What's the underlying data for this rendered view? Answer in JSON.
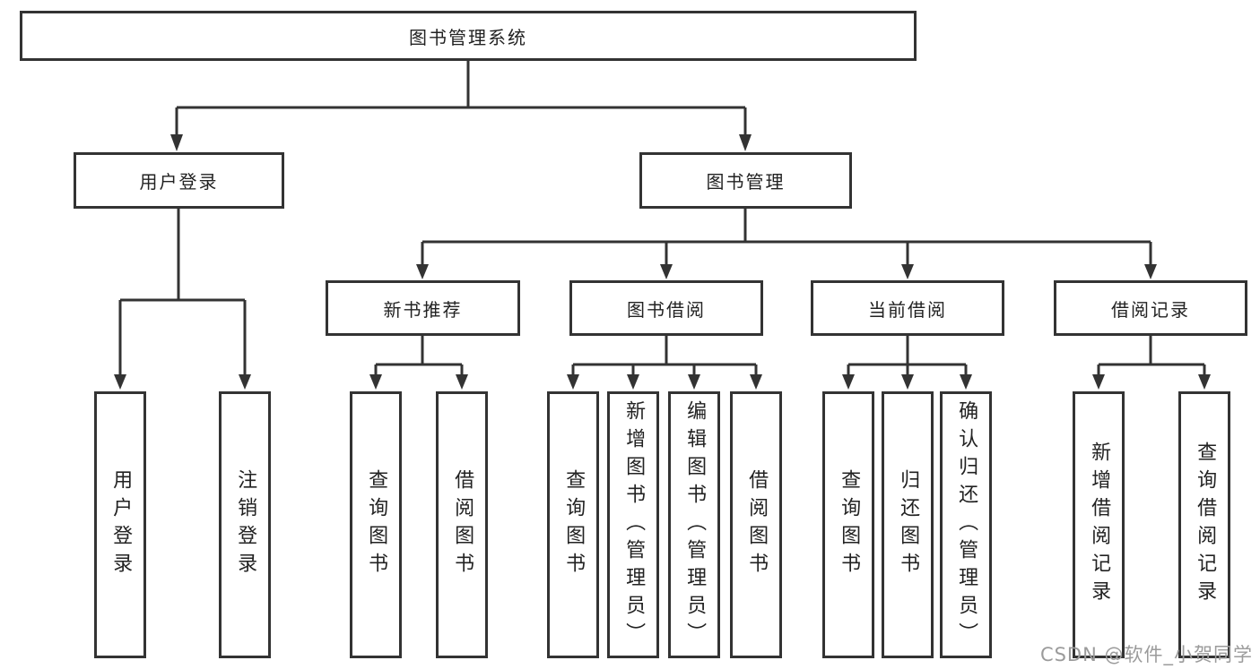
{
  "diagram": {
    "type": "tree",
    "root": {
      "label": "图书管理系统"
    },
    "branches": [
      {
        "label": "用户登录",
        "leaves": [
          "用户登录",
          "注销登录"
        ]
      },
      {
        "label": "图书管理",
        "sections": [
          {
            "label": "新书推荐",
            "leaves": [
              "查询图书",
              "借阅图书"
            ]
          },
          {
            "label": "图书借阅",
            "leaves": [
              "查询图书",
              "新增图书（管理员）",
              "编辑图书（管理员）",
              "借阅图书"
            ]
          },
          {
            "label": "当前借阅",
            "leaves": [
              "查询图书",
              "归还图书",
              "确认归还（管理员）"
            ]
          },
          {
            "label": "借阅记录",
            "leaves": [
              "新增借阅记录",
              "查询借阅记录"
            ]
          }
        ]
      }
    ],
    "watermark": "CSDN @软件_小贺同学",
    "colors": {
      "line": "#333333",
      "text": "#222222",
      "background": "#ffffff",
      "watermark": "#9b9b9b"
    }
  }
}
